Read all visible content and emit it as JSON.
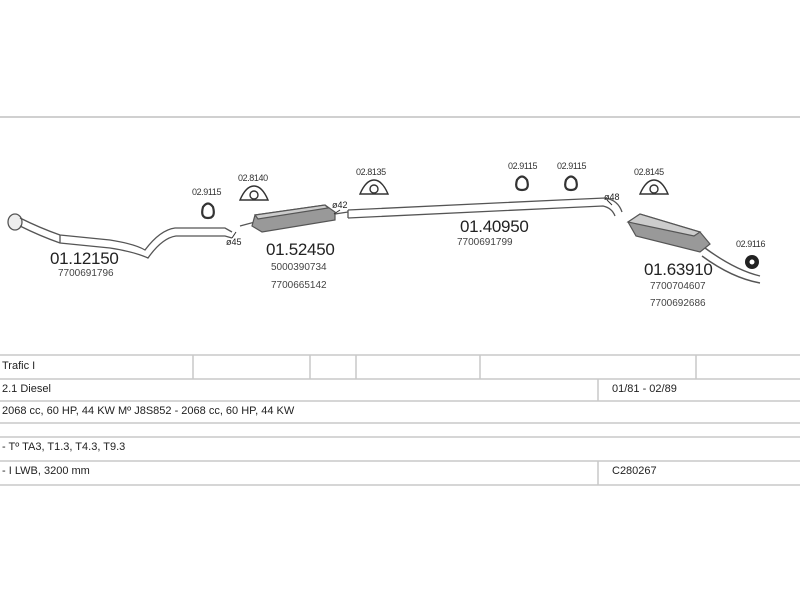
{
  "diagram": {
    "main_parts": [
      {
        "part_no": "01.12150",
        "oem": [
          "7700691796"
        ]
      },
      {
        "part_no": "01.52450",
        "oem": [
          "5000390734",
          "7700665142"
        ]
      },
      {
        "part_no": "01.40950",
        "oem": [
          "7700691799"
        ]
      },
      {
        "part_no": "01.63910",
        "oem": [
          "7700704607",
          "7700692686"
        ]
      }
    ],
    "small_parts": [
      {
        "part_no": "02.9115",
        "icon": "hanger-ring-icon"
      },
      {
        "part_no": "02.8140",
        "icon": "rubber-mount-icon"
      },
      {
        "part_no": "02.8135",
        "icon": "rubber-mount-icon"
      },
      {
        "part_no": "02.9115",
        "icon": "hanger-ring-icon"
      },
      {
        "part_no": "02.9115",
        "icon": "hanger-ring-icon"
      },
      {
        "part_no": "02.8145",
        "icon": "rubber-mount-icon"
      },
      {
        "part_no": "02.9116",
        "icon": "round-mount-icon"
      }
    ],
    "diameters": [
      "ø45",
      "ø42",
      "ø48"
    ]
  },
  "table": {
    "rows": [
      {
        "left": "Trafic I",
        "right": ""
      },
      {
        "left": "2.1 Diesel",
        "right": "01/81 - 02/89"
      },
      {
        "left": "2068 cc, 60 HP, 44 KW Mº J8S852 - 2068 cc, 60 HP, 44 KW",
        "right": ""
      },
      {
        "left": "",
        "right": ""
      },
      {
        "left": "- Tº TA3, T1.3, T4.3, T9.3",
        "right": ""
      },
      {
        "left": "- I LWB, 3200 mm",
        "right": "C280267"
      }
    ]
  },
  "colors": {
    "line": "#c8c8c8",
    "pipe": "#555555",
    "muffler": "#888888"
  }
}
